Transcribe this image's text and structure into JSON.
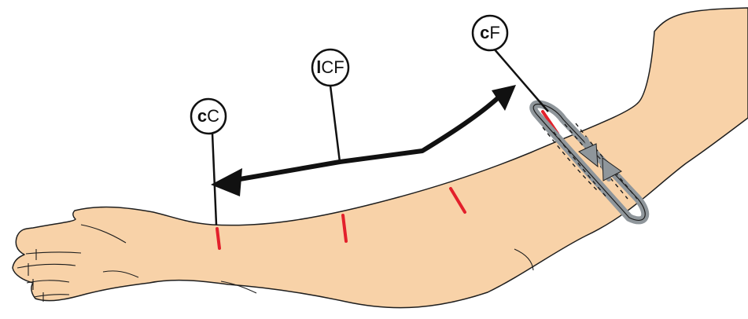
{
  "labels": {
    "cc": {
      "prefix": "c",
      "suffix": "C"
    },
    "icf": {
      "prefix": "l",
      "suffix": "CF"
    },
    "cf": {
      "prefix": "c",
      "suffix": "F"
    }
  },
  "colors": {
    "skin": "#F8D2A8",
    "outline": "#1E1E1E",
    "marker": "#E3202B",
    "arrow": "#111111",
    "ring": "#8F969B"
  }
}
